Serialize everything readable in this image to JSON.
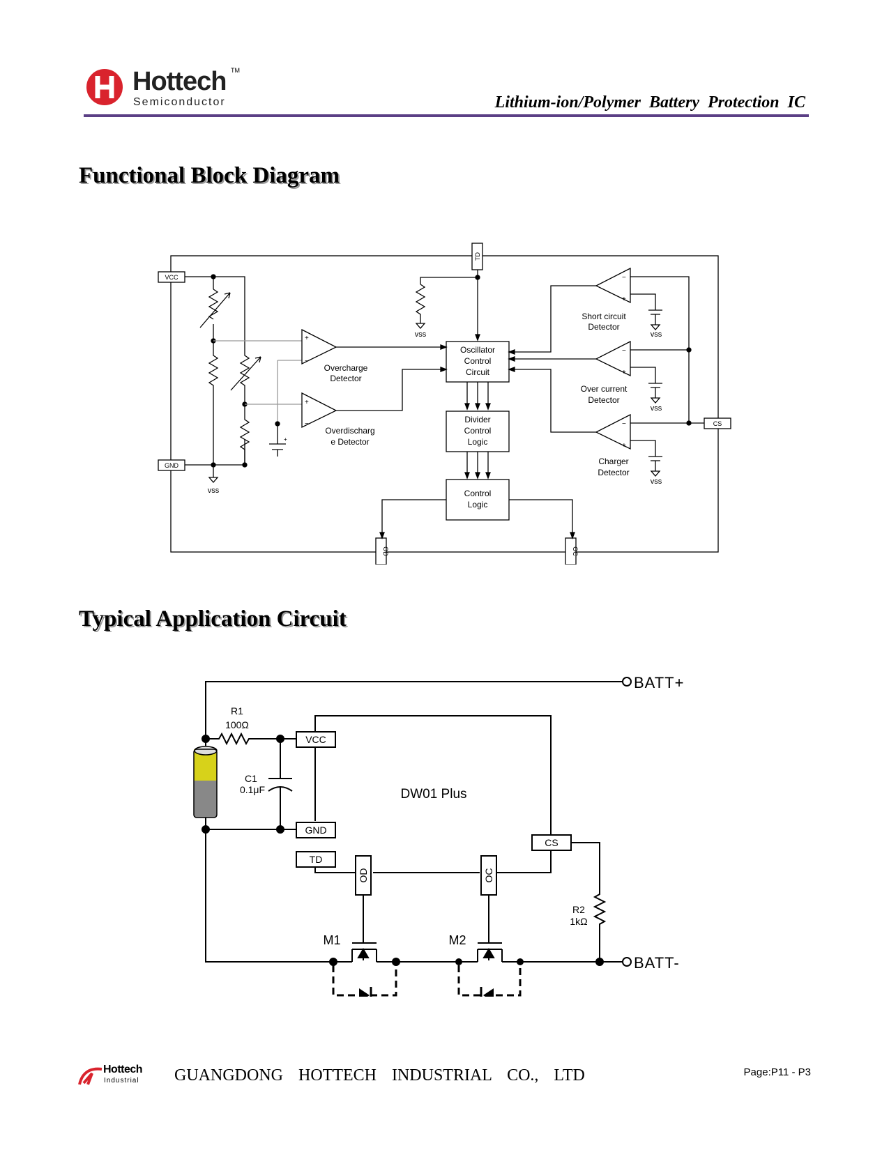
{
  "header": {
    "brand": "Hottech",
    "brand_sub": "Semiconductor",
    "tm": "TM",
    "title": "Lithium-ion/Polymer Battery Protection IC",
    "rule_color": "#5b3f85",
    "logo_color": "#d9232d"
  },
  "sections": {
    "block_diagram": "Functional Block Diagram",
    "application": "Typical Application Circuit"
  },
  "block_diagram": {
    "pins": {
      "vcc": "VCC",
      "gnd": "GND",
      "td": "TD",
      "cs": "CS",
      "od": "OD",
      "oc": "OC"
    },
    "vss": "vss",
    "blocks": {
      "osc": [
        "Oscillator",
        "Control",
        "Circuit"
      ],
      "divider": [
        "Divider",
        "Control",
        "Logic"
      ],
      "control": [
        "Control",
        "Logic"
      ]
    },
    "detectors": {
      "overcharge": [
        "Overcharge",
        "Detector"
      ],
      "overdischarge": [
        "Overdischarg",
        "e Detector"
      ],
      "short": [
        "Short circuit",
        "Detector"
      ],
      "overcurrent": [
        "Over current",
        "Detector"
      ],
      "charger": [
        "Charger",
        "Detector"
      ]
    }
  },
  "application": {
    "chip": "DW01 Plus",
    "pins": {
      "vcc": "VCC",
      "gnd": "GND",
      "td": "TD",
      "cs": "CS",
      "od": "OD",
      "oc": "OC"
    },
    "r1": {
      "name": "R1",
      "value": "100Ω"
    },
    "c1": {
      "name": "C1",
      "value": "0.1μF"
    },
    "r2": {
      "name": "R2",
      "value": "1kΩ"
    },
    "m1": "M1",
    "m2": "M2",
    "batt_plus": "BATT+",
    "batt_minus": "BATT-"
  },
  "footer": {
    "logo_name": "Hottech",
    "logo_sub": "Industrial",
    "company": "GUANGDONG HOTTECH INDUSTRIAL CO., LTD",
    "page": "Page:P11 - P3"
  }
}
